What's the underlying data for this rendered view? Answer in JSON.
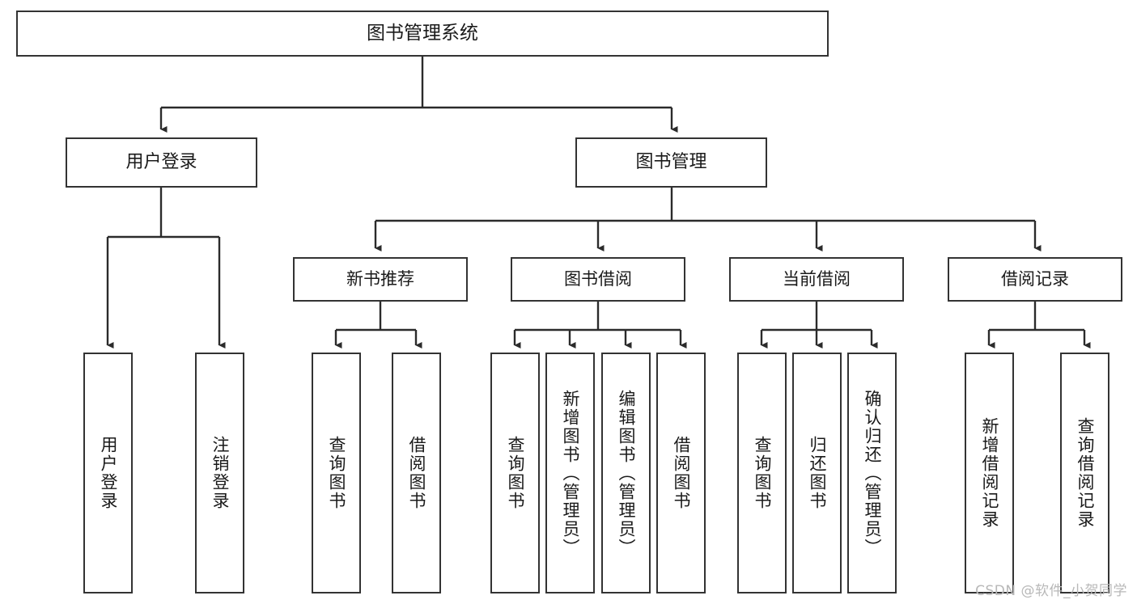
{
  "diagram": {
    "title": "图书管理系统",
    "type": "tree",
    "watermark": "CSDN @软件_小贺同学",
    "colors": {
      "border": "#333333",
      "background": "#ffffff",
      "text": "#1a1a1a",
      "watermark": "#b8b8b8"
    },
    "nodes": {
      "root": {
        "label": "图书管理系统"
      },
      "level2": [
        {
          "label": "用户登录"
        },
        {
          "label": "图书管理"
        }
      ],
      "level3": [
        {
          "label": "新书推荐"
        },
        {
          "label": "图书借阅"
        },
        {
          "label": "当前借阅"
        },
        {
          "label": "借阅记录"
        }
      ],
      "leaves": {
        "user_login": [
          {
            "label": "用户登录"
          },
          {
            "label": "注销登录"
          }
        ],
        "new_book_recommend": [
          {
            "label": "查询图书"
          },
          {
            "label": "借阅图书"
          }
        ],
        "book_borrow": [
          {
            "label": "查询图书"
          },
          {
            "label": "新增图书（管理员）"
          },
          {
            "label": "编辑图书（管理员）"
          },
          {
            "label": "借阅图书"
          }
        ],
        "current_borrow": [
          {
            "label": "查询图书"
          },
          {
            "label": "归还图书"
          },
          {
            "label": "确认归还（管理员）"
          }
        ],
        "borrow_record": [
          {
            "label": "新增借阅记录"
          },
          {
            "label": "查询借阅记录"
          }
        ]
      }
    }
  }
}
